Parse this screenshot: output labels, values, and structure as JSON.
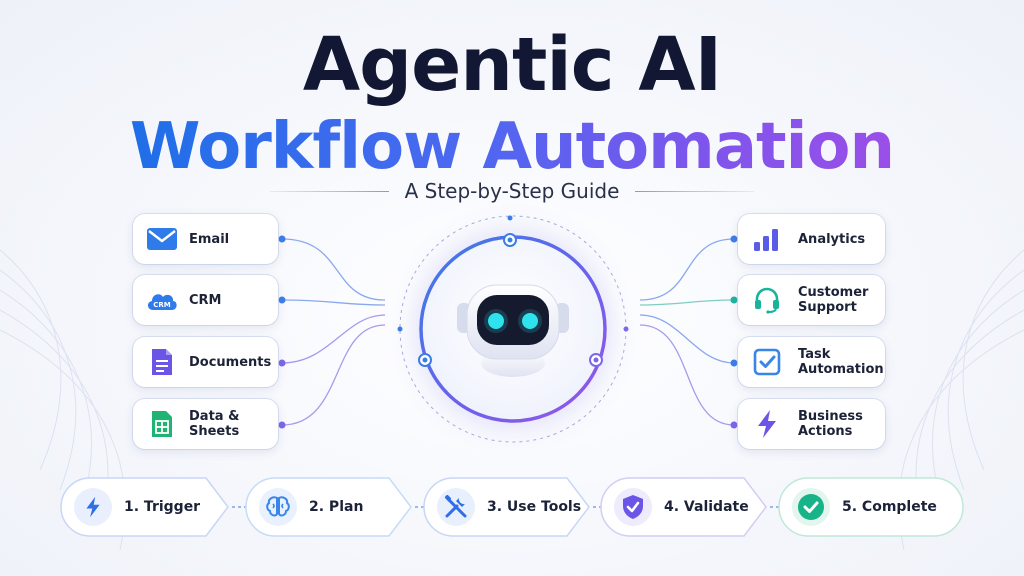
{
  "title": {
    "line1": "Agentic AI",
    "line2": "Workflow Automation",
    "subtitle": "A Step-by-Step Guide"
  },
  "inputs": [
    {
      "label": "Email",
      "icon": "envelope-icon",
      "color": "#2f7be9"
    },
    {
      "label": "CRM",
      "icon": "crm-cloud-icon",
      "color": "#2f7be9"
    },
    {
      "label": "Documents",
      "icon": "document-icon",
      "color": "#6b55e6"
    },
    {
      "label": "Data & Sheets",
      "icon": "spreadsheet-icon",
      "color": "#1fb374"
    }
  ],
  "outputs": [
    {
      "label": "Analytics",
      "icon": "bar-chart-icon",
      "color": "#5b5ce6"
    },
    {
      "label": "Customer\nSupport",
      "icon": "headset-icon",
      "color": "#19b39a"
    },
    {
      "label": "Task\nAutomation",
      "icon": "checkbox-icon",
      "color": "#3a86e8"
    },
    {
      "label": "Business\nActions",
      "icon": "lightning-icon",
      "color": "#6b55e6"
    }
  ],
  "crm_icon_text": "CRM",
  "steps": [
    {
      "label": "1. Trigger",
      "icon": "lightning-icon",
      "color": "#2f6fe6"
    },
    {
      "label": "2. Plan",
      "icon": "brain-icon",
      "color": "#3a86e8"
    },
    {
      "label": "3. Use Tools",
      "icon": "tools-icon",
      "color": "#3a7de6"
    },
    {
      "label": "4. Validate",
      "icon": "shield-check-icon",
      "color": "#6b55e6"
    },
    {
      "label": "5. Complete",
      "icon": "check-circle-icon",
      "color": "#19b38a"
    }
  ],
  "colors": {
    "accent_blue": "#2f7be9",
    "accent_purple": "#7b55ea",
    "accent_teal": "#19b39a",
    "robot_eyes": "#2fe3ee",
    "robot_face": "#151a2e"
  }
}
